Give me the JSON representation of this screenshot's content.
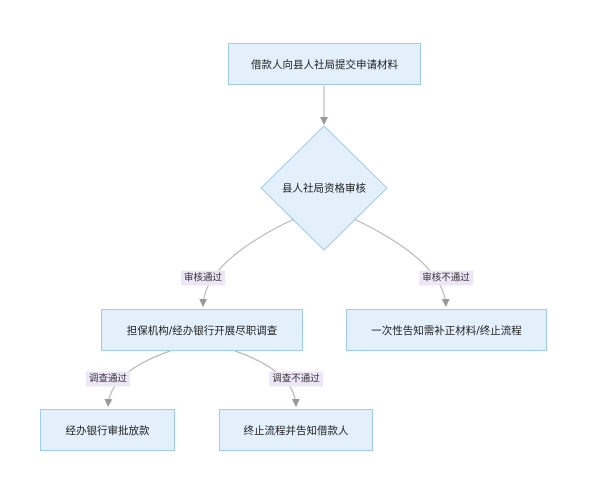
{
  "colors": {
    "node_fill": "#e3f0fb",
    "node_border": "#9fcbec",
    "edge_color": "#b9b9b9",
    "arrow_color": "#999999",
    "label_bg": "#ece6f6"
  },
  "nodes": {
    "start": "借款人向县人社局提交申请材料",
    "review": "县人社局资格审核",
    "due_diligence": "担保机构/经办银行开展尽职调查",
    "supplement": "一次性告知需补正材料/终止流程",
    "approve_loan": "经办银行审批放款",
    "terminate_notify": "终止流程并告知借款人"
  },
  "edges": {
    "review_pass": "审核通过",
    "review_fail": "审核不通过",
    "survey_pass": "调查通过",
    "survey_fail": "调查不通过"
  }
}
